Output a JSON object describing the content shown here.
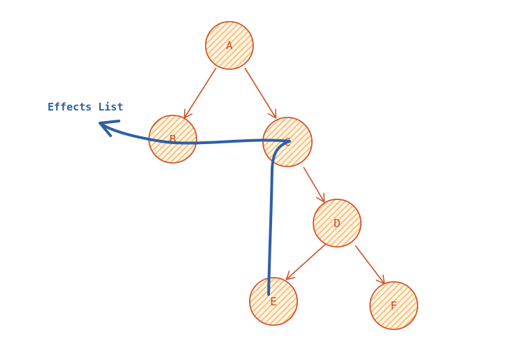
{
  "diagram": {
    "label": "Effects List",
    "colors": {
      "node_fill": "#fbd8a6",
      "node_stroke": "#d0562d",
      "edge": "#d0562d",
      "path": "#2f5fa7",
      "label": "#2f5fa7"
    },
    "nodes": [
      {
        "id": "A",
        "label": "A"
      },
      {
        "id": "B",
        "label": "B"
      },
      {
        "id": "C",
        "label": "C"
      },
      {
        "id": "D",
        "label": "D"
      },
      {
        "id": "E",
        "label": "E"
      },
      {
        "id": "F",
        "label": "F"
      }
    ],
    "edges": [
      {
        "from": "A",
        "to": "B"
      },
      {
        "from": "A",
        "to": "C"
      },
      {
        "from": "C",
        "to": "D"
      },
      {
        "from": "D",
        "to": "E"
      },
      {
        "from": "D",
        "to": "F"
      }
    ]
  }
}
